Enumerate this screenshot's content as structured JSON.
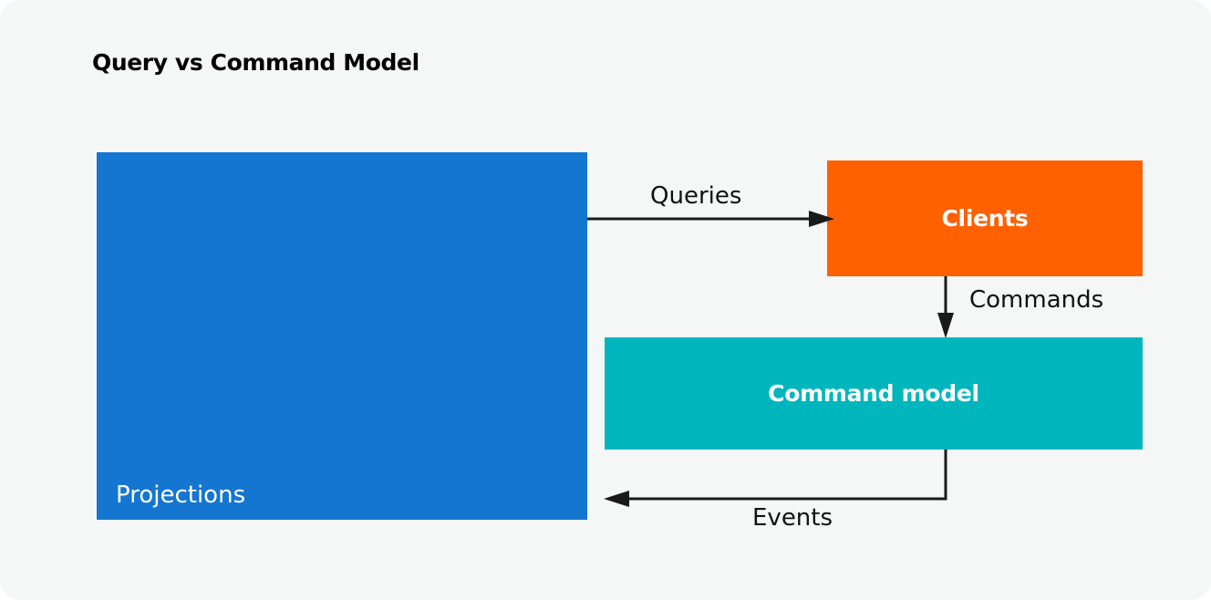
{
  "diagram": {
    "title": "Query vs Command Model",
    "nodes": {
      "projections": {
        "label": "Projections",
        "color": "#1476d1"
      },
      "clients": {
        "label": "Clients",
        "color": "#ff6000"
      },
      "command_model": {
        "label": "Command model",
        "color": "#00b6bd"
      }
    },
    "edges": {
      "queries": {
        "label": "Queries",
        "from": "Projections",
        "to": "Clients"
      },
      "commands": {
        "label": "Commands",
        "from": "Clients",
        "to": "Command model"
      },
      "events": {
        "label": "Events",
        "from": "Command model",
        "to": "Projections"
      }
    },
    "arrow_color": "#1a1a1a"
  }
}
